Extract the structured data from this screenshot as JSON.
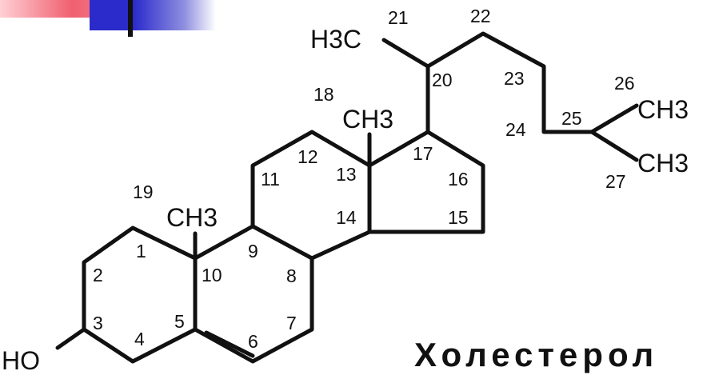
{
  "title": "Холестерол",
  "colors": {
    "bond": "#111111",
    "accent_red": "#f06070",
    "accent_blue": "#2b2bcc"
  },
  "atoms": {
    "ho": "HO",
    "ch3_18": "CH3",
    "ch3_19": "CH3",
    "h3c_21": "H3C",
    "ch3_26": "CH3",
    "ch3_27": "CH3"
  },
  "numbers": {
    "n1": "1",
    "n2": "2",
    "n3": "3",
    "n4": "4",
    "n5": "5",
    "n6": "6",
    "n7": "7",
    "n8": "8",
    "n9": "9",
    "n10": "10",
    "n11": "11",
    "n12": "12",
    "n13": "13",
    "n14": "14",
    "n15": "15",
    "n16": "16",
    "n17": "17",
    "n18": "18",
    "n19": "19",
    "n20": "20",
    "n21": "21",
    "n22": "22",
    "n23": "23",
    "n24": "24",
    "n25": "25",
    "n26": "26",
    "n27": "27"
  }
}
